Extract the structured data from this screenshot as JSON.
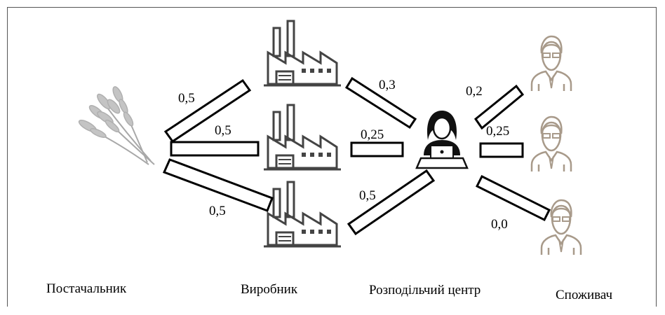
{
  "captions": {
    "supplier": "Постачальник",
    "manufacturer": "Виробник",
    "distribution_center": "Розподільчий центр",
    "consumer": "Споживач"
  },
  "edges": {
    "supplier_to_manufacturer_top": "0,5",
    "supplier_to_manufacturer_middle": "0,5",
    "supplier_to_manufacturer_bottom": "0,5",
    "manufacturer_top_to_dc": "0,3",
    "manufacturer_middle_to_dc": "0,25",
    "manufacturer_bottom_to_dc": "0,5",
    "dc_to_consumer_top": "0,2",
    "dc_to_consumer_middle": "0,25",
    "dc_to_consumer_bottom": "0,0"
  },
  "icons": {
    "supplier": "wheat-icon",
    "manufacturer": "factory-icon",
    "distribution_center": "operator-at-laptop-icon",
    "consumer": "businessman-icon"
  },
  "colors": {
    "consumer_icon": "#a89a8a",
    "wheat_icon": "#b0b0b0",
    "factory_icon": "#4a4a4a"
  }
}
